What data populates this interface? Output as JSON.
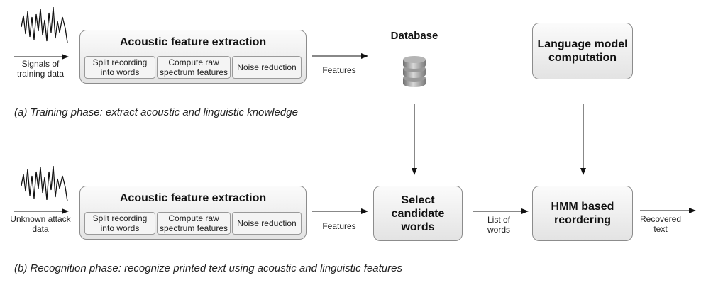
{
  "training": {
    "input_label": "Signals of training data",
    "extraction": {
      "title": "Acoustic feature extraction",
      "steps": [
        "Split recording into words",
        "Compute raw spectrum features",
        "Noise reduction"
      ]
    },
    "features_label": "Features",
    "database_label": "Database",
    "language_model": "Language model computation",
    "caption": "(a) Training phase: extract acoustic and linguistic knowledge"
  },
  "recognition": {
    "input_label": "Unknown attack data",
    "extraction": {
      "title": "Acoustic feature extraction",
      "steps": [
        "Split recording into words",
        "Compute raw spectrum features",
        "Noise reduction"
      ]
    },
    "features_label": "Features",
    "select_box": "Select candidate words",
    "list_label": "List of words",
    "hmm_box": "HMM based reordering",
    "output_label": "Recovered text",
    "caption": "(b) Recognition phase: recognize printed text using acoustic and linguistic features"
  }
}
